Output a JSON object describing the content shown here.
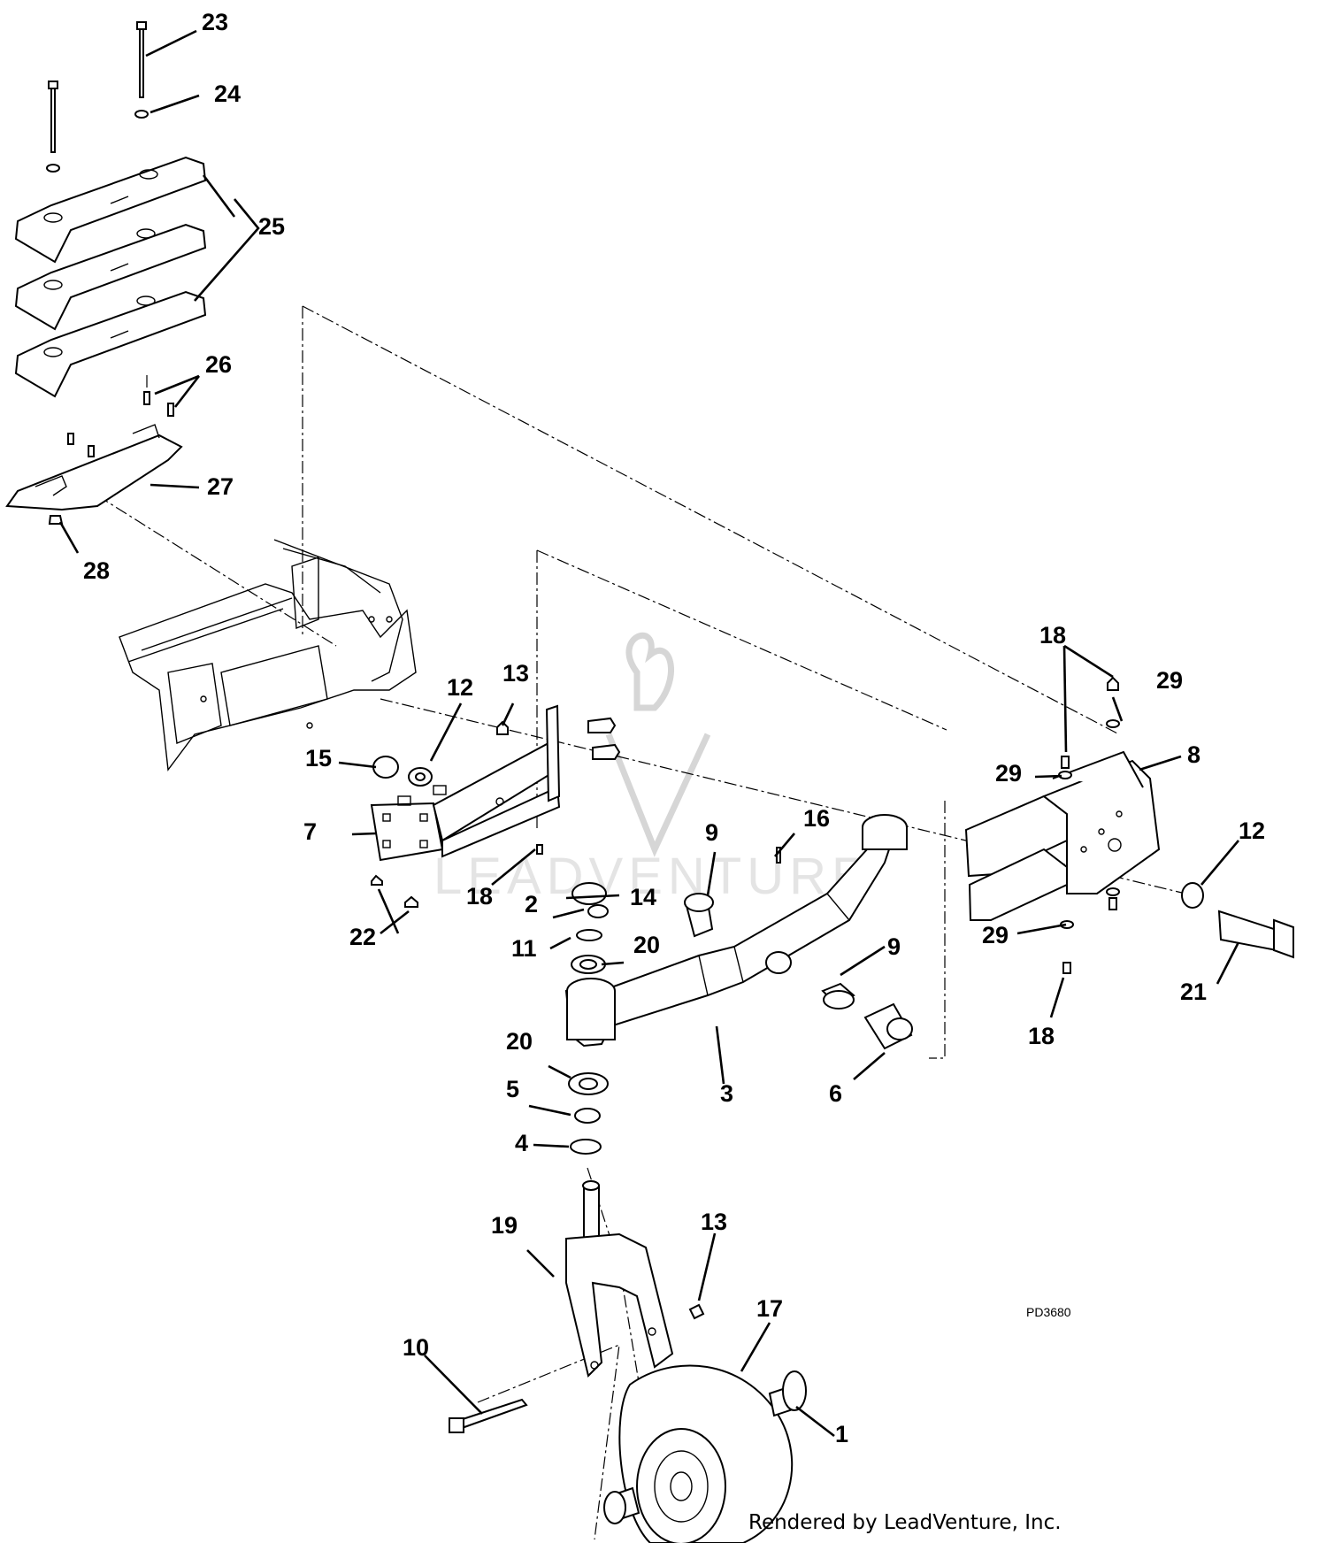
{
  "drawing_id": "PD3680",
  "footer_text": "Rendered by LeadVenture, Inc.",
  "watermark_text": "LEADVENTURE",
  "callouts": [
    {
      "key": "c23",
      "label": "23"
    },
    {
      "key": "c24",
      "label": "24"
    },
    {
      "key": "c25",
      "label": "25"
    },
    {
      "key": "c26",
      "label": "26"
    },
    {
      "key": "c27",
      "label": "27"
    },
    {
      "key": "c28",
      "label": "28"
    },
    {
      "key": "c18a",
      "label": "18"
    },
    {
      "key": "c29a",
      "label": "29"
    },
    {
      "key": "c29b",
      "label": "29"
    },
    {
      "key": "c8",
      "label": "8"
    },
    {
      "key": "c12a",
      "label": "12"
    },
    {
      "key": "c13a",
      "label": "13"
    },
    {
      "key": "c12b",
      "label": "12"
    },
    {
      "key": "c15",
      "label": "15"
    },
    {
      "key": "c7",
      "label": "7"
    },
    {
      "key": "c16",
      "label": "16"
    },
    {
      "key": "c9a",
      "label": "9"
    },
    {
      "key": "c14",
      "label": "14"
    },
    {
      "key": "c2",
      "label": "2"
    },
    {
      "key": "c18b",
      "label": "18"
    },
    {
      "key": "c22",
      "label": "22"
    },
    {
      "key": "c11",
      "label": "11"
    },
    {
      "key": "c20a",
      "label": "20"
    },
    {
      "key": "c9b",
      "label": "9"
    },
    {
      "key": "c29c",
      "label": "29"
    },
    {
      "key": "c21",
      "label": "21"
    },
    {
      "key": "c18c",
      "label": "18"
    },
    {
      "key": "c20b",
      "label": "20"
    },
    {
      "key": "c3",
      "label": "3"
    },
    {
      "key": "c6",
      "label": "6"
    },
    {
      "key": "c5",
      "label": "5"
    },
    {
      "key": "c4",
      "label": "4"
    },
    {
      "key": "c19",
      "label": "19"
    },
    {
      "key": "c13b",
      "label": "13"
    },
    {
      "key": "c17",
      "label": "17"
    },
    {
      "key": "c10",
      "label": "10"
    },
    {
      "key": "c1",
      "label": "1"
    }
  ]
}
